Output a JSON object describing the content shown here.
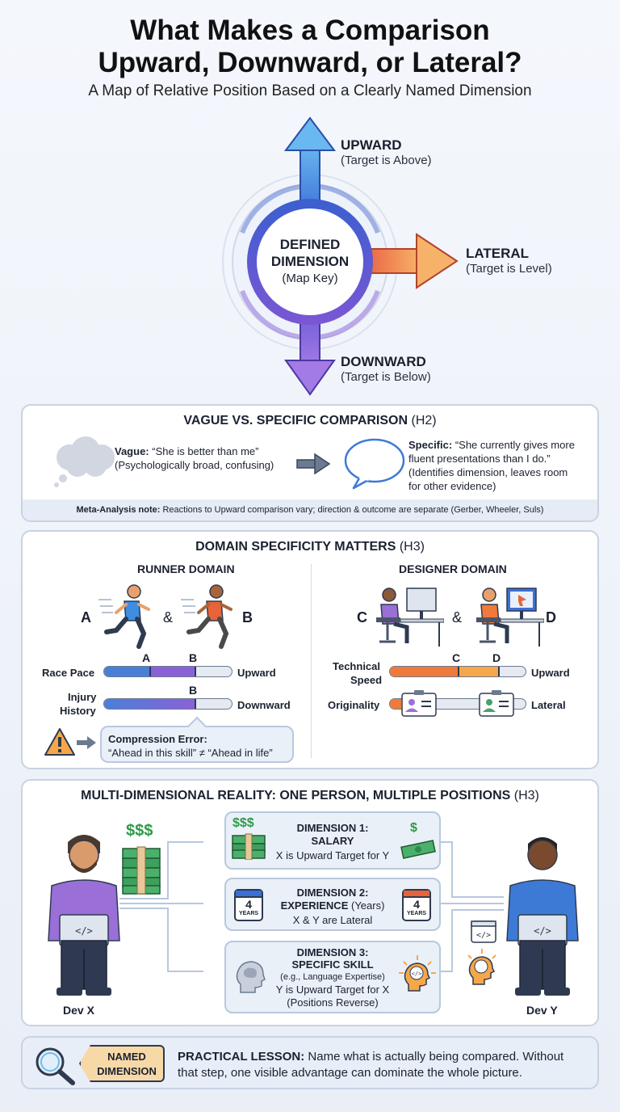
{
  "header": {
    "title_line1": "What Makes a Comparison",
    "title_line2": "Upward, Downward, or Lateral?",
    "subtitle": "A Map of Relative Position Based on a Clearly Named Dimension"
  },
  "map": {
    "center_line1": "DEFINED",
    "center_line2": "DIMENSION",
    "center_line3": "(Map Key)",
    "upward_label": "UPWARD",
    "upward_sub": "(Target is Above)",
    "lateral_label": "LATERAL",
    "lateral_sub": "(Target is Level)",
    "downward_label": "DOWNWARD",
    "downward_sub": "(Target is Below)",
    "colors": {
      "upward": "#4a90e2",
      "lateral": "#f07a3a",
      "downward": "#8a5cd6",
      "ring": "#3f5ec9"
    }
  },
  "vague_card": {
    "title": "VAGUE VS. SPECIFIC COMPARISON",
    "title_tag": "(H2)",
    "vague_label": "Vague:",
    "vague_quote": "“She is better than me”",
    "vague_note": "(Psychologically broad, confusing)",
    "specific_label": "Specific:",
    "specific_quote_1": "“She currently gives more",
    "specific_quote_2": "fluent presentations than I do.”",
    "specific_note_1": "(Identifies dimension, leaves room",
    "specific_note_2": "for other evidence)",
    "meta_label": "Meta-Analysis note:",
    "meta_text": "Reactions to Upward comparison vary; direction & outcome are separate (Gerber, Wheeler, Suls)"
  },
  "domain_card": {
    "title": "DOMAIN SPECIFICITY MATTERS",
    "title_tag": "(H3)",
    "runner": {
      "heading": "RUNNER DOMAIN",
      "person_a": "A",
      "person_b": "B",
      "amp": "&",
      "race_pace_label": "Race Pace",
      "race_pace_marker_a": "A",
      "race_pace_marker_b": "B",
      "race_pace_result": "Upward",
      "injury_label_1": "Injury",
      "injury_label_2": "History",
      "injury_marker_b": "B",
      "injury_result": "Downward",
      "error_title": "Compression Error:",
      "error_text": "“Ahead in this skill” ≠ “Ahead in life”"
    },
    "designer": {
      "heading": "DESIGNER DOMAIN",
      "person_c": "C",
      "person_d": "D",
      "amp": "&",
      "tech_label_1": "Technical",
      "tech_label_2": "Speed",
      "tech_marker_c": "C",
      "tech_marker_d": "D",
      "tech_result": "Upward",
      "orig_label": "Originality",
      "orig_result": "Lateral"
    }
  },
  "multi_card": {
    "title": "MULTI-DIMENSIONAL REALITY: ONE PERSON, MULTIPLE POSITIONS",
    "title_tag": "(H3)",
    "dev_x": "Dev X",
    "dev_y": "Dev Y",
    "dim1_title_1": "DIMENSION 1:",
    "dim1_title_2": "SALARY",
    "dim1_text": "X is Upward Target for Y",
    "dollars_big": "$$$",
    "dollars_small": "$$$",
    "dollar_single": "$",
    "dim2_title_1": "DIMENSION 2:",
    "dim2_title_2": "EXPERIENCE",
    "dim2_unit": "(Years)",
    "dim2_text": "X & Y are Lateral",
    "years_num": "4",
    "years_label": "YEARS",
    "dim3_title_1": "DIMENSION 3:",
    "dim3_title_2": "SPECIFIC SKILL",
    "dim3_example": "(e.g., Language Expertise)",
    "dim3_text_1": "Y is Upward Target for X",
    "dim3_text_2": "(Positions Reverse)",
    "code_glyph": "</>"
  },
  "lesson": {
    "tag_line1": "NAMED",
    "tag_line2": "DIMENSION",
    "label": "PRACTICAL LESSON:",
    "text_1": " Name what is actually being compared. Without",
    "text_2": "that step, one visible advantage can dominate the whole picture."
  }
}
